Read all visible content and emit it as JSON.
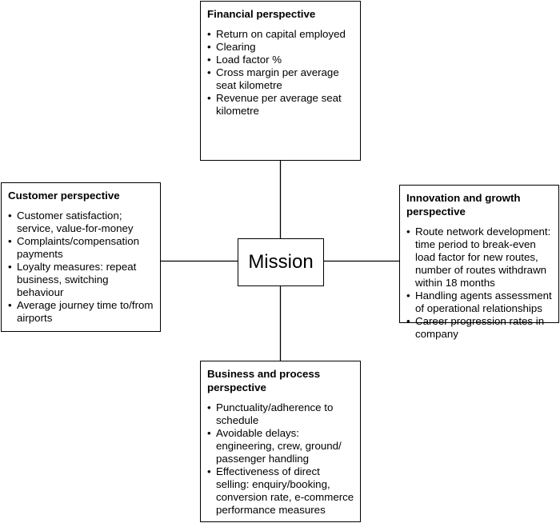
{
  "mission": {
    "label": "Mission"
  },
  "financial": {
    "title": "Financial perspective",
    "items": [
      "Return on capital employed",
      "Clearing",
      "Load factor %",
      "Cross margin per average seat kilometre",
      "Revenue per average seat kilometre"
    ]
  },
  "customer": {
    "title": "Customer perspective",
    "items": [
      "Customer satisfaction; service, value-for-money",
      "Complaints/compensation payments",
      "Loyalty measures: repeat business, switching behaviour",
      "Average journey time to/from airports"
    ]
  },
  "innovation": {
    "title": "Innovation and growth perspective",
    "items": [
      "Route network development: time period to break-even load factor for new routes, number of routes withdrawn within 18 months",
      "Handling agents assessment of operational relationships",
      "Career progression rates in company"
    ]
  },
  "business": {
    "title": "Business and process perspective",
    "items": [
      "Punctuality/adherence to schedule",
      "Avoidable delays: engineering, crew, ground/ passenger handling",
      "Effectiveness of direct selling: enquiry/booking, conversion rate, e-commerce performance measures"
    ]
  },
  "bullet_glyph": "•"
}
